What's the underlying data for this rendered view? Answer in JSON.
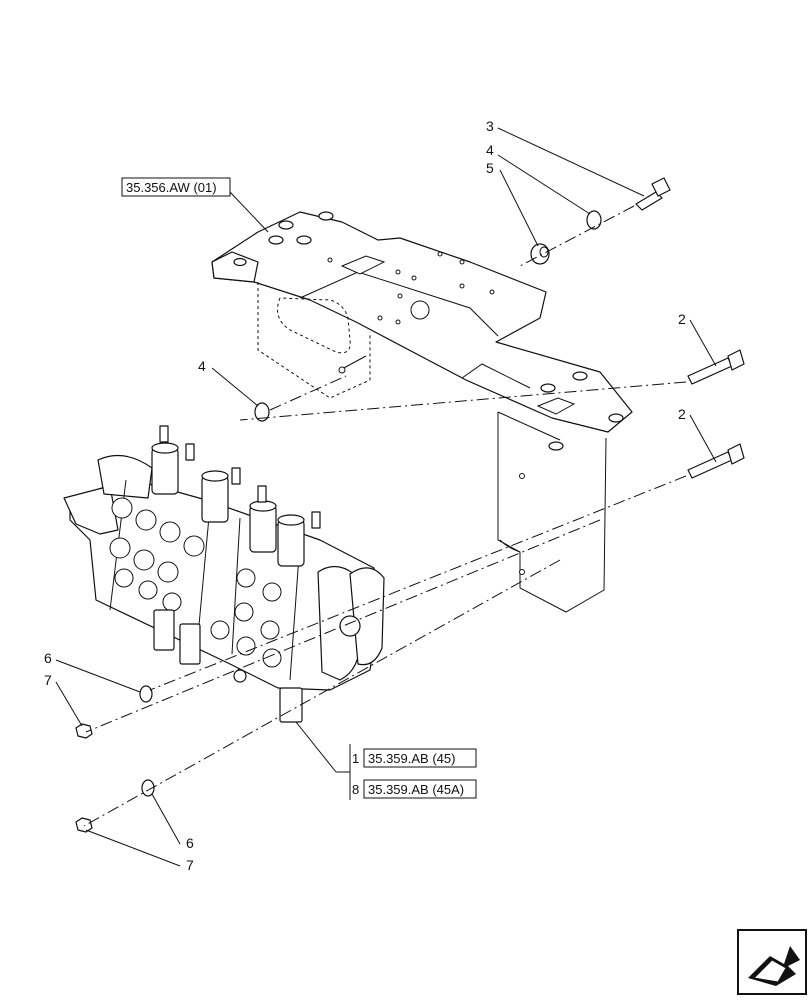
{
  "callouts": {
    "c3": "3",
    "c4_top": "4",
    "c5": "5",
    "c2_upper": "2",
    "c2_lower": "2",
    "c4_left": "4",
    "c6_upper": "6",
    "c7_upper": "7",
    "c6_lower": "6",
    "c7_lower": "7"
  },
  "references": {
    "bracket_ref": "35.356.AW (01)",
    "valve_ref_1_num": "1",
    "valve_ref_1": "35.359.AB (45)",
    "valve_ref_8_num": "8",
    "valve_ref_8": "35.359.AB (45A)"
  },
  "icons": {
    "navigation": "next-page-arrow-icon"
  }
}
